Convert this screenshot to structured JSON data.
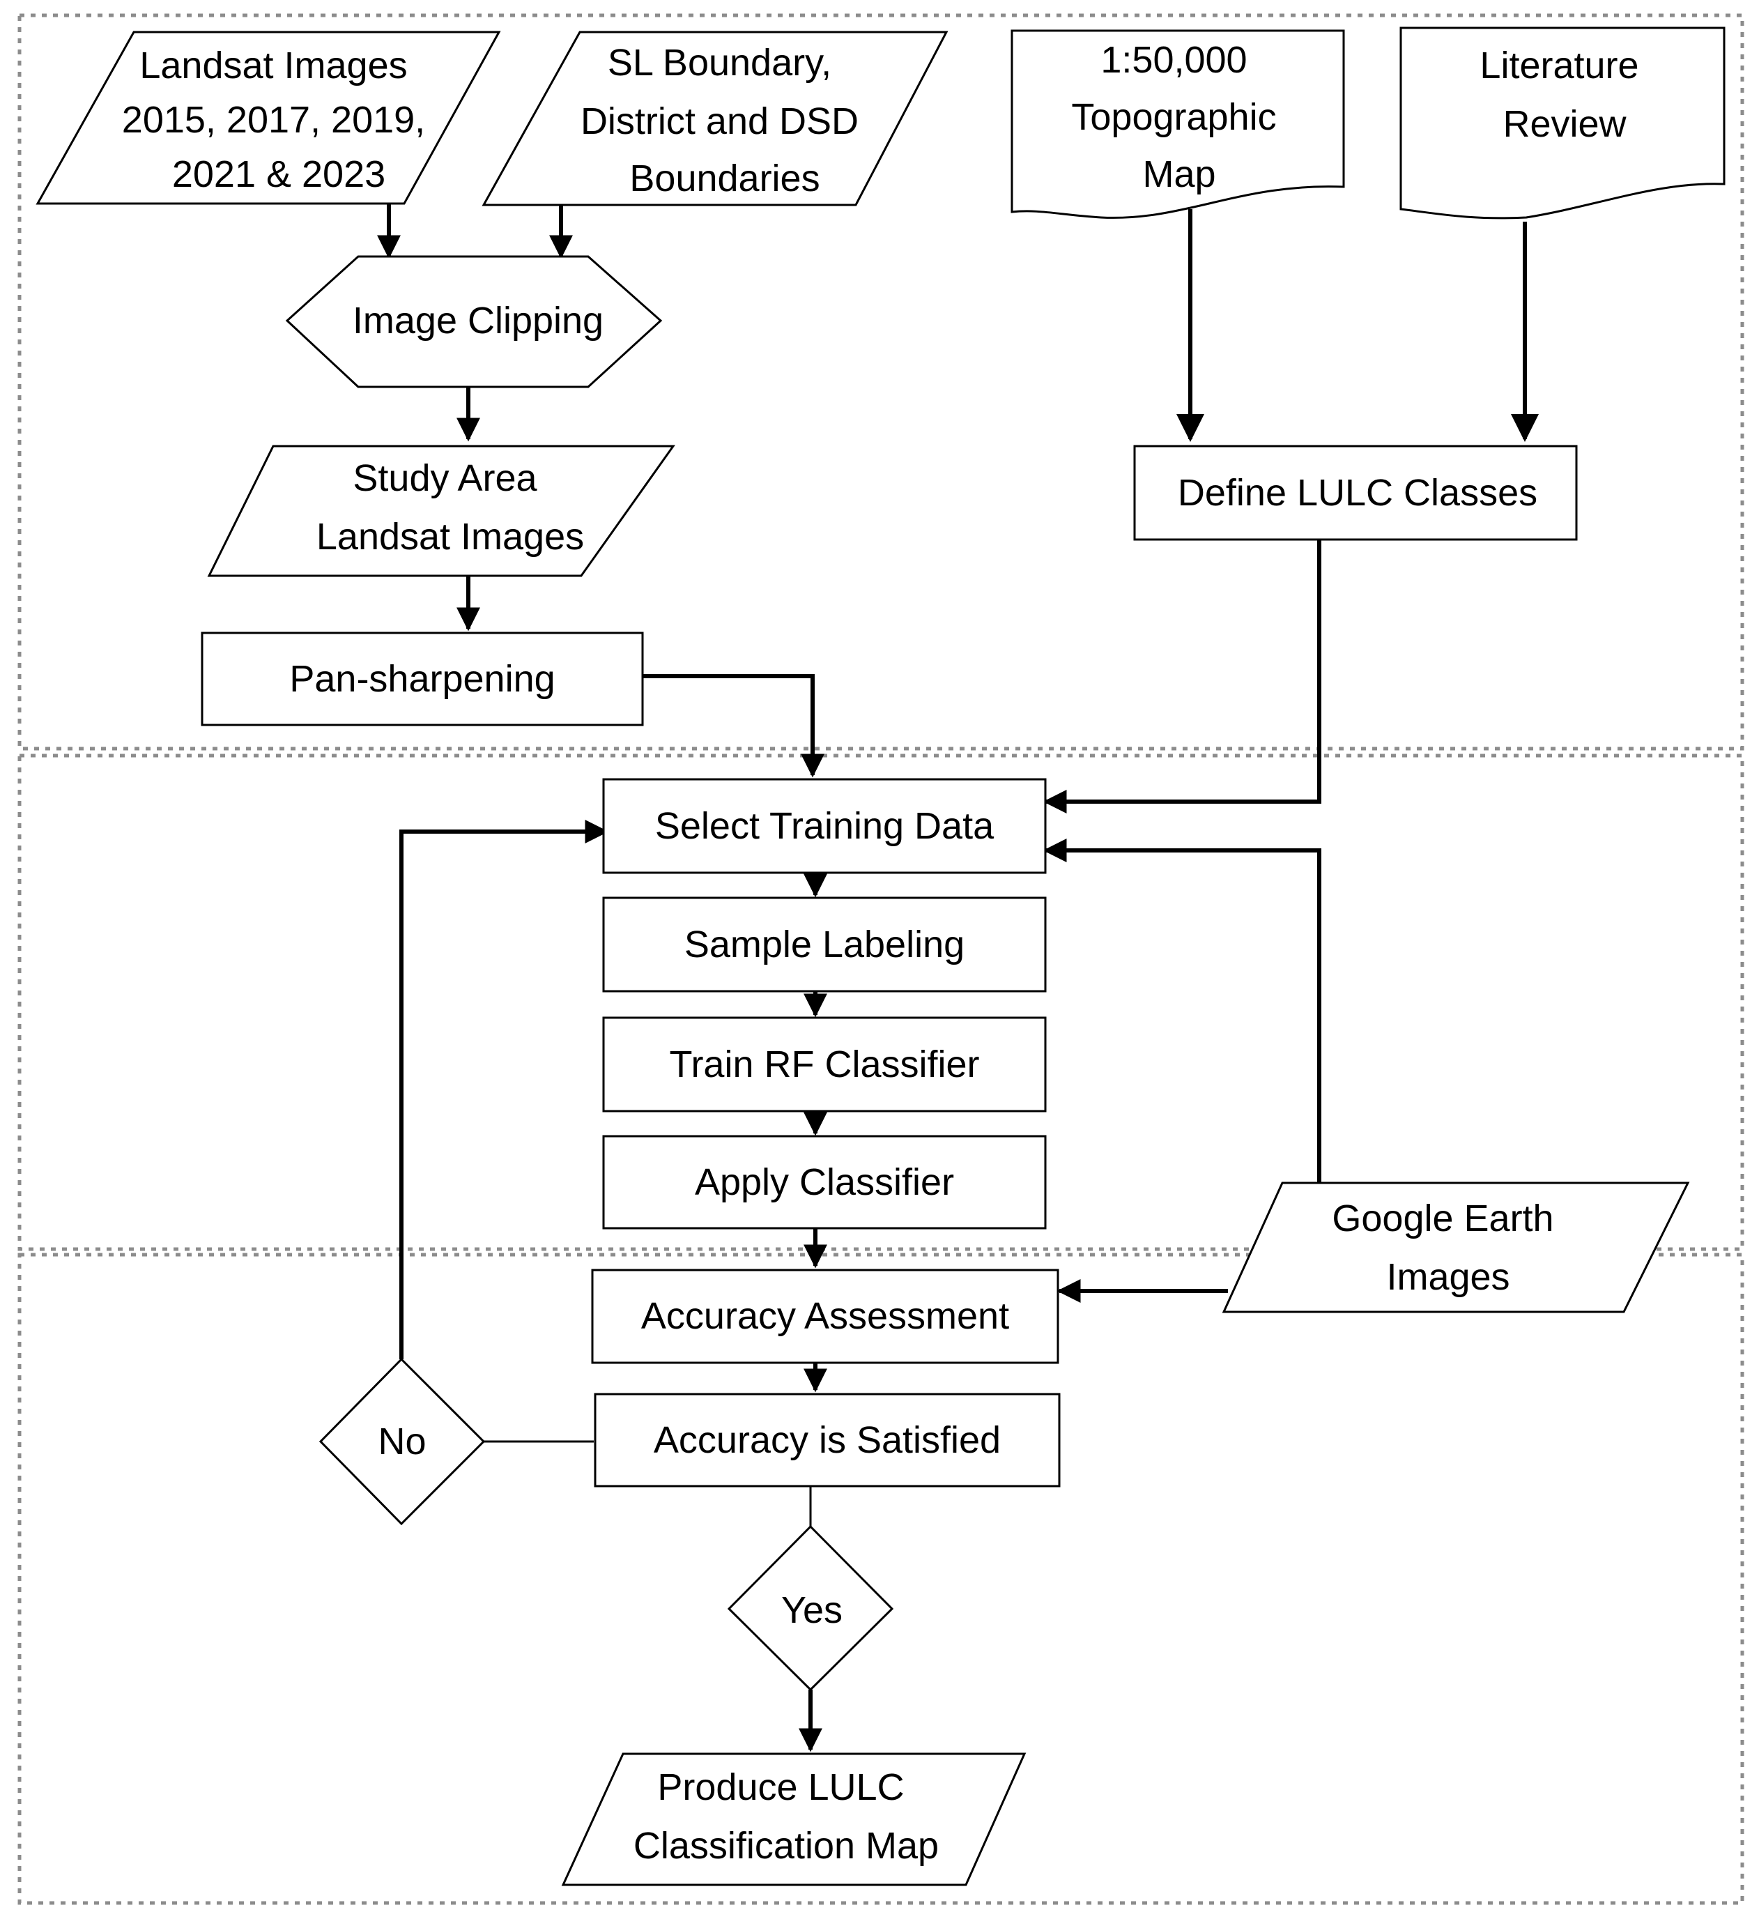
{
  "nodes": {
    "landsat_images": [
      "Landsat Images",
      "2015, 2017, 2019,",
      "2021 & 2023"
    ],
    "boundaries": [
      "SL Boundary,",
      "District and DSD",
      "Boundaries"
    ],
    "topographic_map": [
      "1:50,000",
      "Topographic",
      "Map"
    ],
    "literature_review": [
      "Literature",
      "Review"
    ],
    "image_clipping": [
      "Image Clipping"
    ],
    "study_area_images": [
      "Study Area",
      "Landsat Images"
    ],
    "define_lulc_classes": [
      "Define LULC Classes"
    ],
    "pan_sharpening": [
      "Pan-sharpening"
    ],
    "select_training_data": [
      "Select Training Data"
    ],
    "sample_labeling": [
      "Sample Labeling"
    ],
    "train_rf_classifier": [
      "Train RF Classifier"
    ],
    "apply_classifier": [
      "Apply Classifier"
    ],
    "google_earth_images": [
      "Google Earth",
      "Images"
    ],
    "accuracy_assessment": [
      "Accuracy Assessment"
    ],
    "accuracy_satisfied": [
      "Accuracy is Satisfied"
    ],
    "decision_no": [
      "No"
    ],
    "decision_yes": [
      "Yes"
    ],
    "produce_map": [
      "Produce LULC",
      "Classification Map"
    ]
  },
  "colors": {
    "stroke": "#000000",
    "fill": "#ffffff",
    "section_border": "#8c8c8c"
  }
}
